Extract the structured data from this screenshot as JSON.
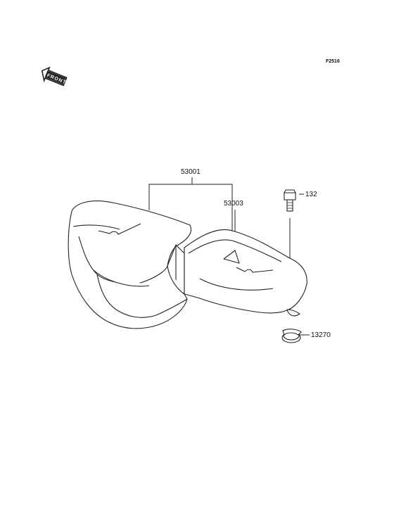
{
  "figure_ref": "F2516",
  "front_badge": "FRONT",
  "parts": [
    {
      "number": "53001",
      "name": "seat-assembly"
    },
    {
      "number": "53003",
      "name": "seat-cover"
    },
    {
      "number": "132",
      "name": "bolt"
    },
    {
      "number": "13270",
      "name": "plate"
    }
  ],
  "colors": {
    "line": "#222222",
    "background": "#ffffff"
  }
}
